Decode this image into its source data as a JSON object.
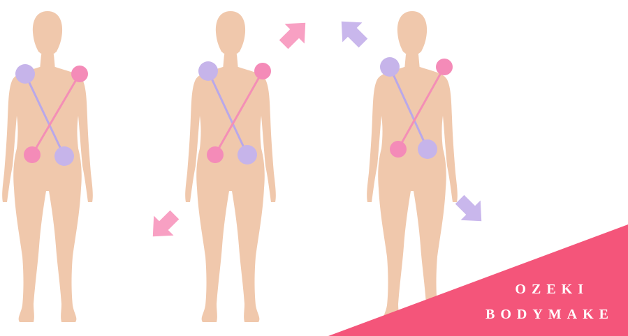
{
  "brand": {
    "line1": "OZEKI",
    "line2": "BODYMAKE",
    "banner_color": "#f4557a"
  },
  "colors": {
    "skin": "#f0c8ac",
    "marker_purple": "#c6b4ea",
    "marker_pink": "#f48bb8",
    "line_purple": "#b9a8ea",
    "line_pink": "#f48fb6",
    "arrow_pink": "#f8a0c3",
    "arrow_purple": "#c9b7ec"
  },
  "figures": [
    {
      "name": "figure-left"
    },
    {
      "name": "figure-center"
    },
    {
      "name": "figure-right"
    }
  ],
  "arrows": [
    {
      "name": "arrow-down-left-pink",
      "icon": "arrow-down-left-icon"
    },
    {
      "name": "arrow-up-right-pink",
      "icon": "arrow-up-right-icon"
    },
    {
      "name": "arrow-up-left-purple",
      "icon": "arrow-up-left-icon"
    },
    {
      "name": "arrow-down-right-purple",
      "icon": "arrow-down-right-icon"
    }
  ]
}
